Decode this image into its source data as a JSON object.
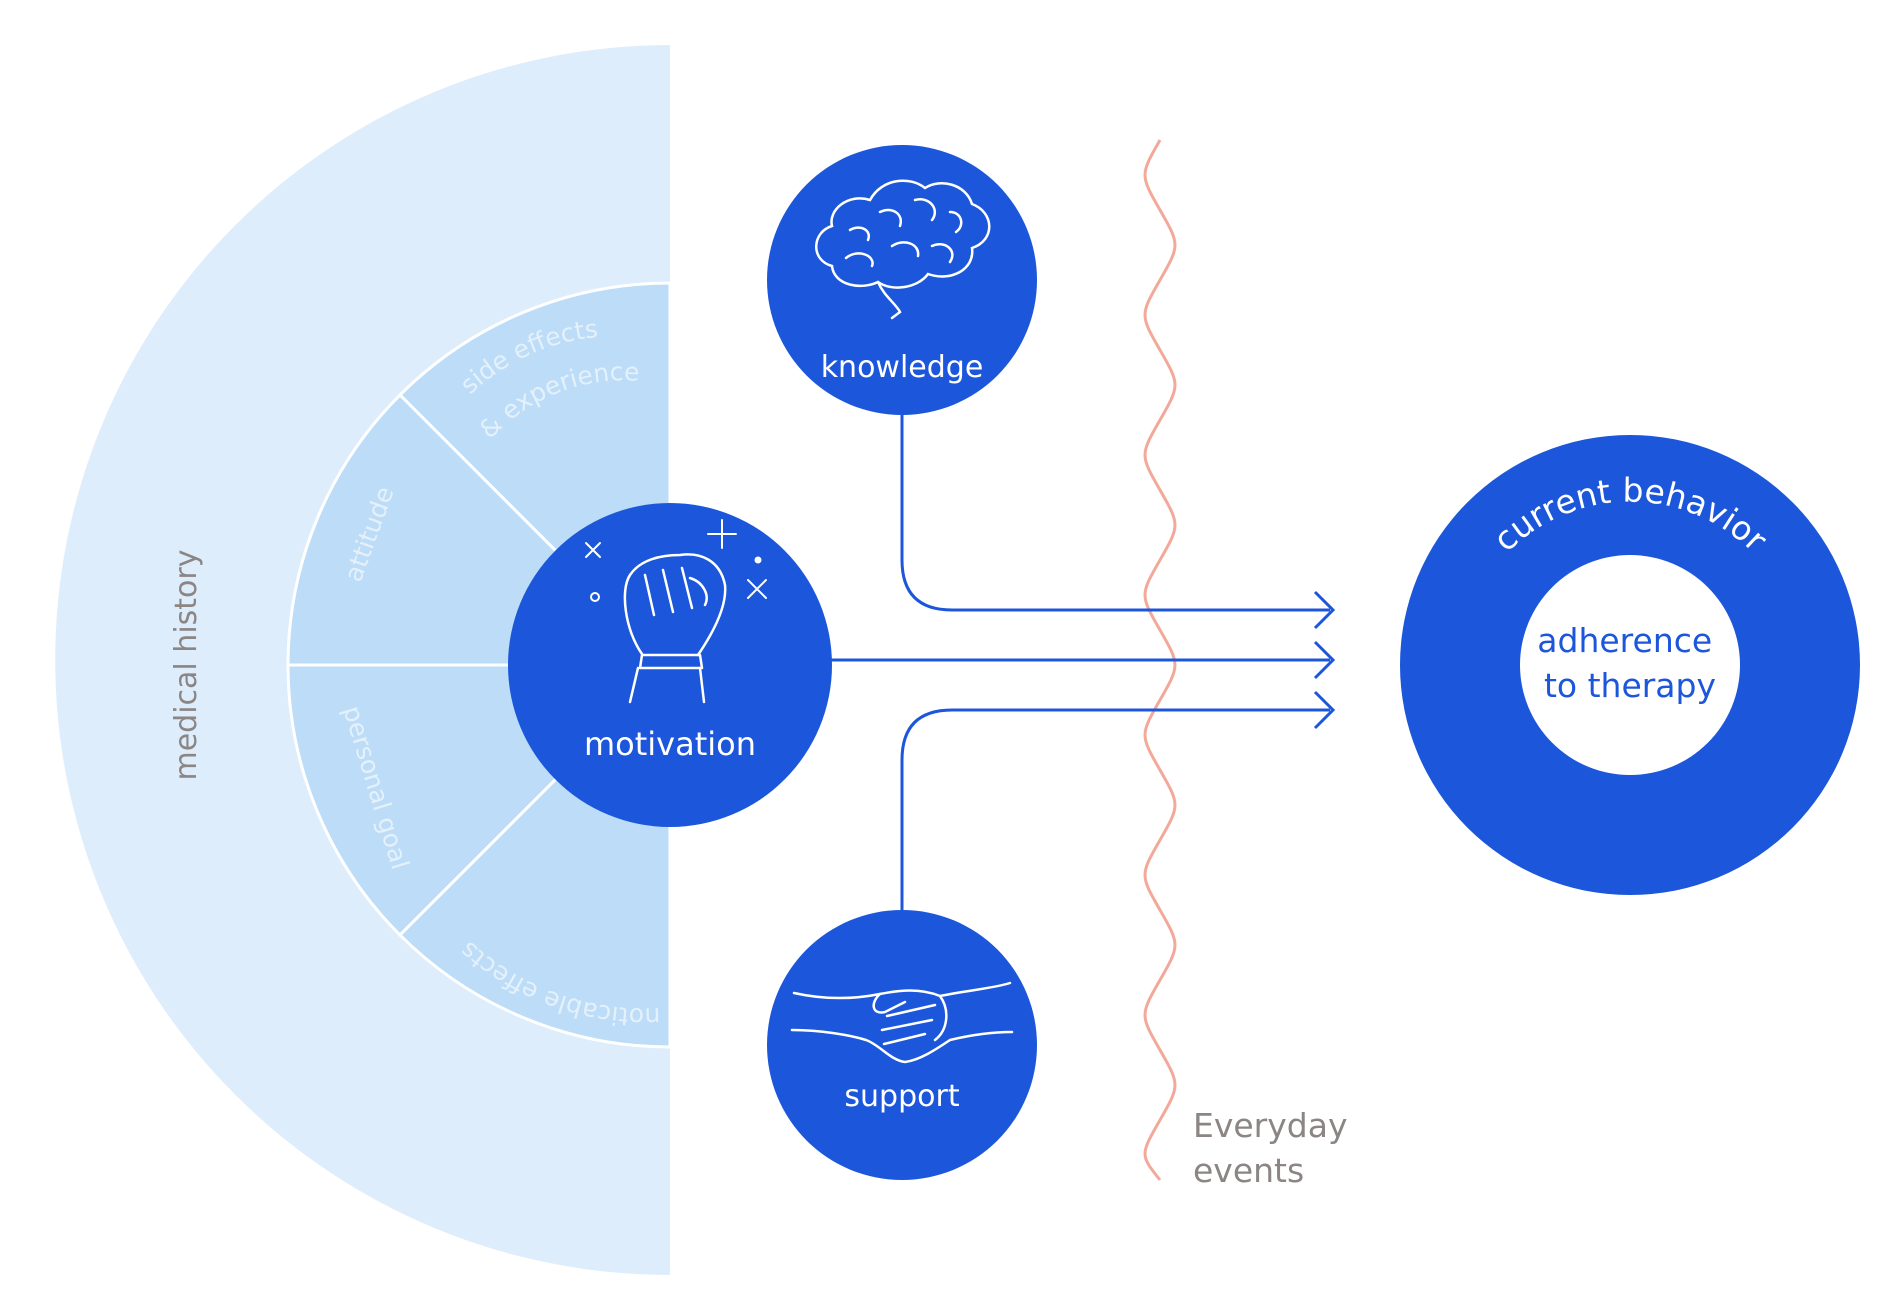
{
  "diagram": {
    "outer_ring": {
      "label": "medical history"
    },
    "segments": [
      {
        "id": "side-effects",
        "line1": "side effects",
        "line2": "& experience"
      },
      {
        "id": "attitude",
        "label": "attitude"
      },
      {
        "id": "personal-goal",
        "label": "personal goal"
      },
      {
        "id": "noticable-effects",
        "label": "noticable effects"
      }
    ],
    "nodes": {
      "motivation": "motivation",
      "knowledge": "knowledge",
      "support": "support"
    },
    "target": {
      "ring_label": "current behavior",
      "center_line1": "adherence",
      "center_line2": "to therapy"
    },
    "barrier": {
      "line1": "Everyday",
      "line2": "events"
    },
    "colors": {
      "primary_blue": "#1c57db",
      "outer_ring": "#deedfc",
      "inner_segments": "#bcdcf7",
      "barrier_wave": "#f2a999",
      "muted_text": "#8b8583"
    },
    "icons": [
      "brain-icon",
      "raised-fist-icon",
      "handshake-icon",
      "sparkle-icon"
    ]
  }
}
